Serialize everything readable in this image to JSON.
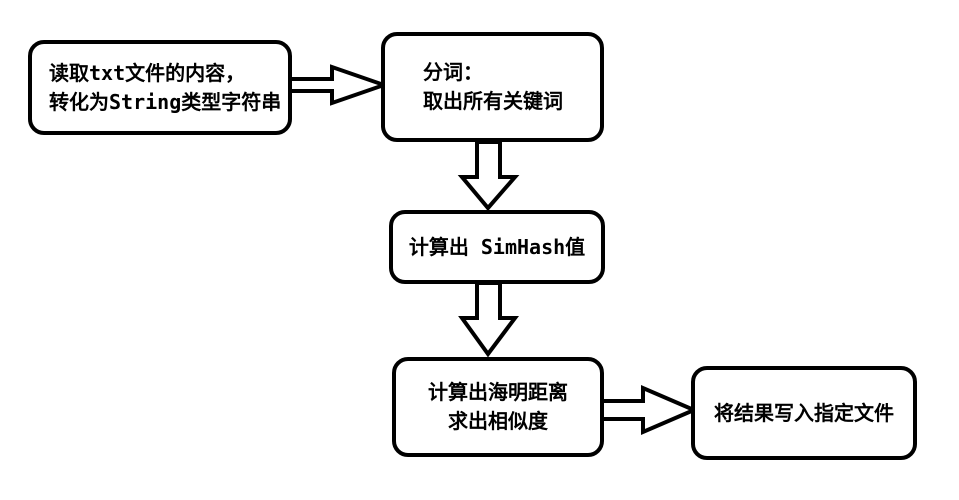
{
  "diagram": {
    "type": "flowchart",
    "background_color": "#ffffff",
    "stroke_color": "#000000",
    "text_color": "#000000",
    "nodes": [
      {
        "id": "read-txt",
        "lines": [
          "读取txt文件的内容，",
          "转化为String类型字符串"
        ]
      },
      {
        "id": "segment-words",
        "lines": [
          "分词：",
          "取出所有关键词"
        ]
      },
      {
        "id": "compute-simhash",
        "lines": [
          "计算出 SimHash值"
        ]
      },
      {
        "id": "hamming-distance",
        "lines": [
          "计算出海明距离",
          "求出相似度"
        ]
      },
      {
        "id": "write-result",
        "lines": [
          "将结果写入指定文件"
        ]
      }
    ],
    "edges": [
      {
        "from": "read-txt",
        "to": "segment-words",
        "direction": "right",
        "style": "hollow-block-arrow"
      },
      {
        "from": "segment-words",
        "to": "compute-simhash",
        "direction": "down",
        "style": "hollow-block-arrow"
      },
      {
        "from": "compute-simhash",
        "to": "hamming-distance",
        "direction": "down",
        "style": "hollow-block-arrow"
      },
      {
        "from": "hamming-distance",
        "to": "write-result",
        "direction": "right",
        "style": "hollow-block-arrow"
      }
    ]
  }
}
